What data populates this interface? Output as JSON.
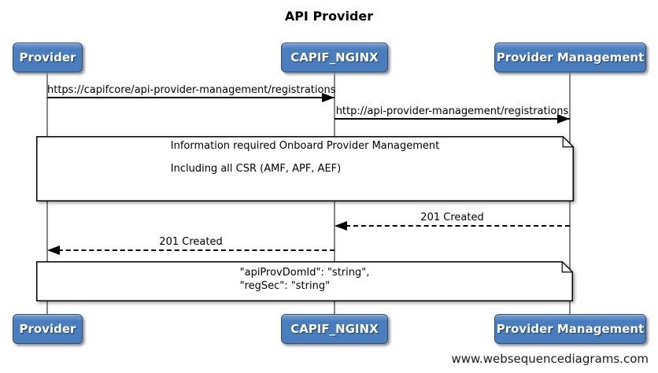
{
  "title": "API Provider",
  "footer": "www.websequencediagrams.com",
  "actors": [
    {
      "id": "provider",
      "label": "Provider"
    },
    {
      "id": "capif-nginx",
      "label": "CAPIF_NGINX"
    },
    {
      "id": "provider-management",
      "label": "Provider Management"
    }
  ],
  "messages": [
    {
      "from": "Provider",
      "to": "CAPIF_NGINX",
      "line": "solid",
      "direction": "right",
      "label": "https://capifcore/api-provider-management/registrations"
    },
    {
      "from": "CAPIF_NGINX",
      "to": "Provider Management",
      "line": "solid",
      "direction": "right",
      "label": "http://api-provider-management/registrations"
    },
    {
      "from": "Provider Management",
      "to": "CAPIF_NGINX",
      "line": "dashed",
      "direction": "left",
      "label": "201 Created"
    },
    {
      "from": "CAPIF_NGINX",
      "to": "Provider",
      "line": "dashed",
      "direction": "left",
      "label": "201 Created"
    }
  ],
  "notes": [
    {
      "lines": [
        "Information required Onboard Provider Management",
        "",
        "Including all CSR (AMF, APF, AEF)"
      ]
    },
    {
      "lines": [
        "\"apiProvDomId\": \"string\",",
        "\"regSec\": \"string\""
      ]
    }
  ],
  "colors": {
    "background": "#ffffff",
    "actor_fill": "#4a7dbd",
    "actor_border": "#2c4d76",
    "actor_text": "#ffffff",
    "lifeline": "#858585",
    "arrow": "#000000",
    "note_fill": "#ffffff",
    "note_border": "#000000",
    "title_text": "#000000",
    "footer_text": "#1a1a1a"
  }
}
